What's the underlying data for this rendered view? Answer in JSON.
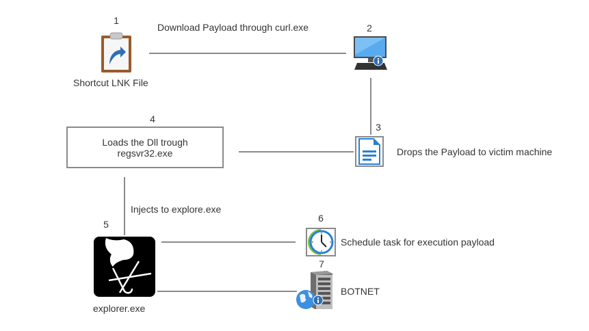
{
  "diagram": {
    "nodes": [
      {
        "id": 1,
        "number": "1",
        "label": "Shortcut LNK File",
        "icon": "clipboard-shortcut-icon"
      },
      {
        "id": 2,
        "number": "2",
        "label": "",
        "icon": "computer-info-icon"
      },
      {
        "id": 3,
        "number": "3",
        "label": "Drops the Payload to victim machine",
        "icon": "document-icon"
      },
      {
        "id": 4,
        "number": "4",
        "label_line1": "Loads the Dll trough",
        "label_line2": "regsvr32.exe",
        "icon": "process-box"
      },
      {
        "id": 5,
        "number": "5",
        "label": "explorer.exe",
        "icon": "hand-hook-injection-icon"
      },
      {
        "id": 6,
        "number": "6",
        "label": "Schedule task for execution payload",
        "icon": "clock-icon"
      },
      {
        "id": 7,
        "number": "7",
        "label": "BOTNET",
        "icon": "server-globe-icon"
      }
    ],
    "edges": [
      {
        "from": 1,
        "to": 2,
        "label": "Download Payload through curl.exe"
      },
      {
        "from": 2,
        "to": 3,
        "label": ""
      },
      {
        "from": 3,
        "to": 4,
        "label": ""
      },
      {
        "from": 4,
        "to": 5,
        "label": "Injects to explore.exe"
      },
      {
        "from": 5,
        "to": 6,
        "label": ""
      },
      {
        "from": 5,
        "to": 7,
        "label": ""
      }
    ]
  }
}
